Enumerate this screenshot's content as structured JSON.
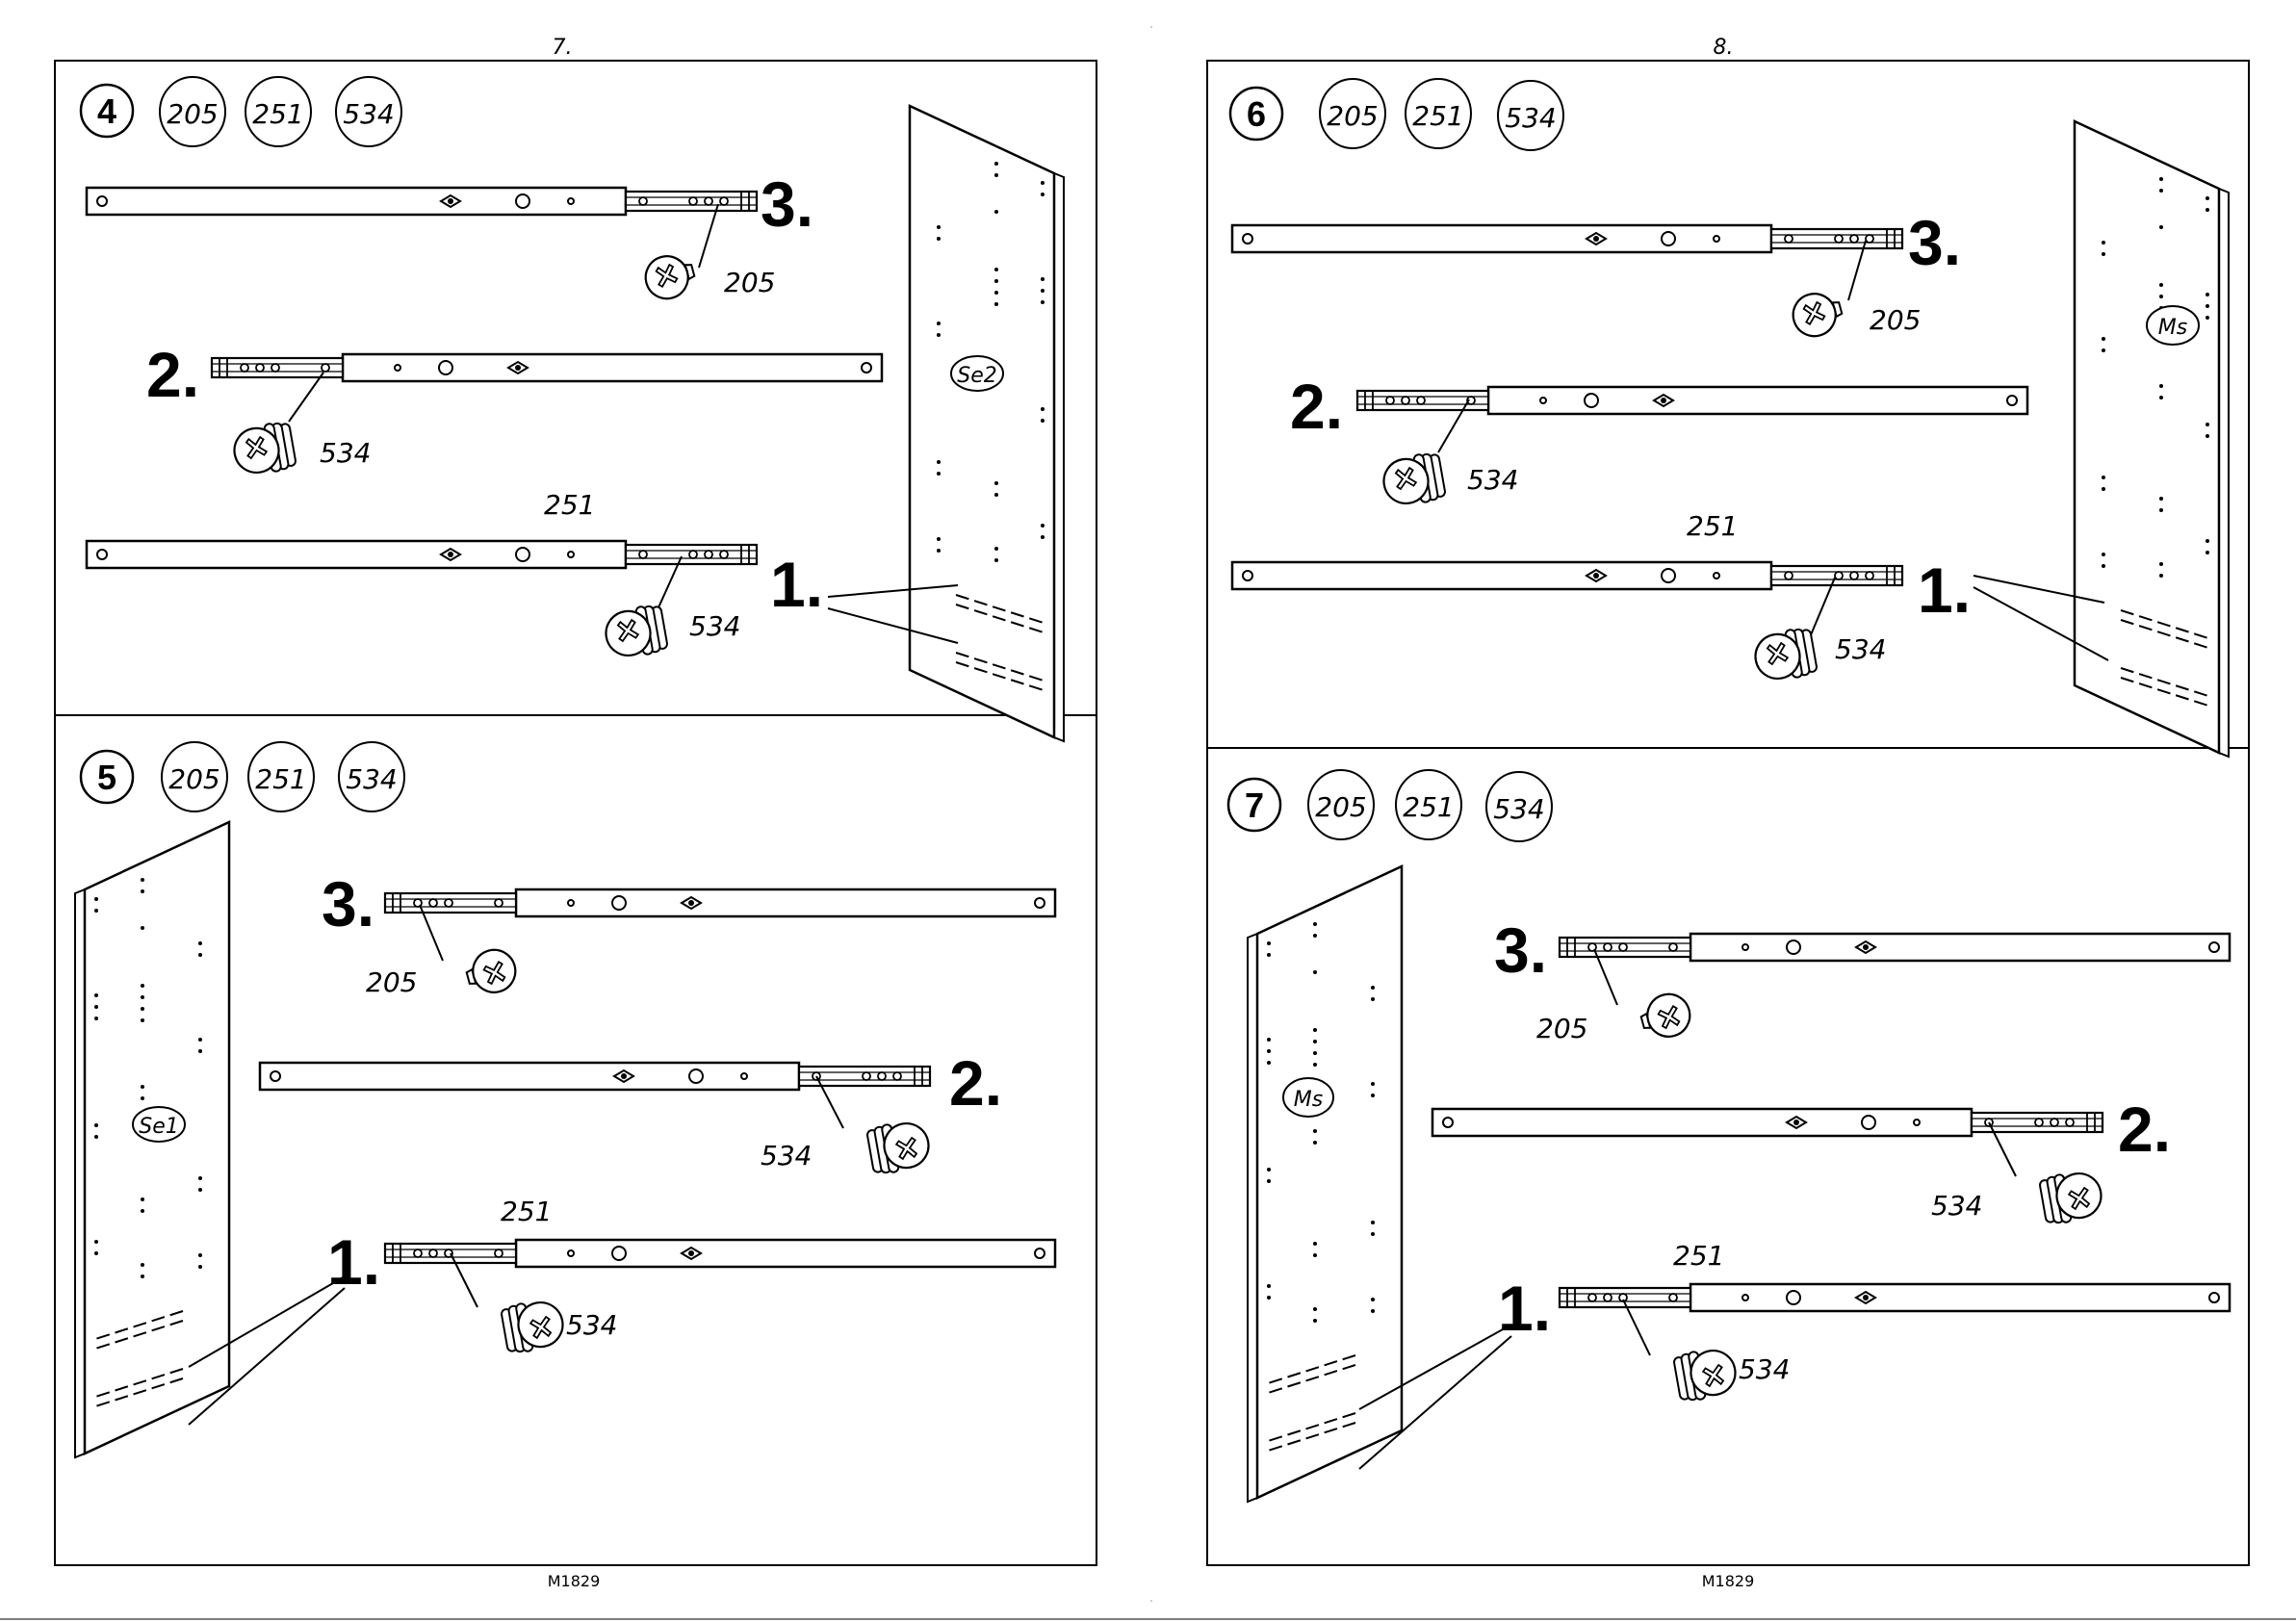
{
  "pages": [
    {
      "page_number": "7.",
      "footer_code": "M1829",
      "panels": [
        {
          "step": "4",
          "parts": [
            "205",
            "251",
            "534"
          ],
          "panel_label": "Se2",
          "callouts": [
            "3.",
            "2.",
            "1."
          ],
          "screw_labels": [
            "205",
            "534",
            "534"
          ],
          "rail_label": "251"
        },
        {
          "step": "5",
          "parts": [
            "205",
            "251",
            "534"
          ],
          "panel_label": "Se1",
          "callouts": [
            "3.",
            "2.",
            "1."
          ],
          "screw_labels": [
            "205",
            "534",
            "534"
          ],
          "rail_label": "251"
        }
      ]
    },
    {
      "page_number": "8.",
      "footer_code": "M1829",
      "panels": [
        {
          "step": "6",
          "parts": [
            "205",
            "251",
            "534"
          ],
          "panel_label": "Ms",
          "callouts": [
            "3.",
            "2.",
            "1."
          ],
          "screw_labels": [
            "205",
            "534",
            "534"
          ],
          "rail_label": "251"
        },
        {
          "step": "7",
          "parts": [
            "205",
            "251",
            "534"
          ],
          "panel_label": "Ms",
          "callouts": [
            "3.",
            "2.",
            "1."
          ],
          "screw_labels": [
            "205",
            "534",
            "534"
          ],
          "rail_label": "251"
        }
      ]
    }
  ],
  "icons": [
    "screw-icon",
    "dowel-screw-icon",
    "drawer-rail-icon",
    "side-panel-icon"
  ]
}
